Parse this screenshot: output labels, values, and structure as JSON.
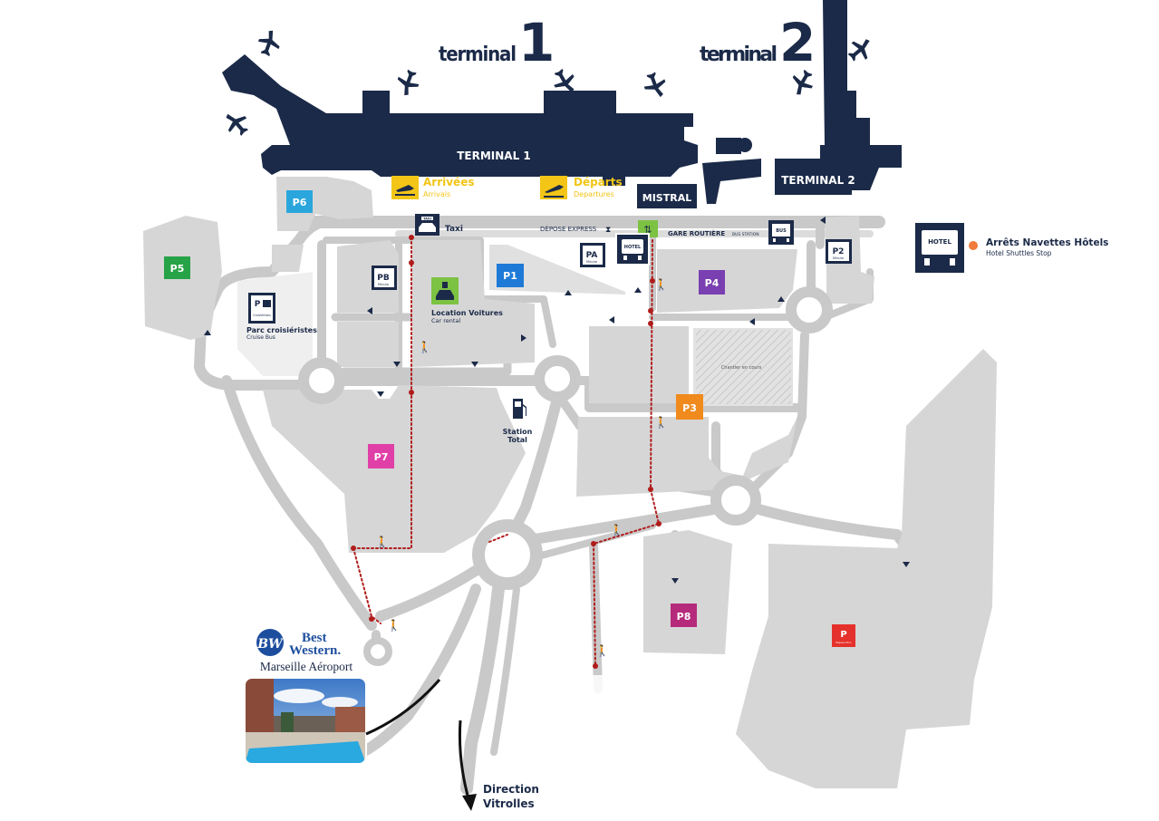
{
  "terminals": {
    "t1_heading_word": "terminal",
    "t1_heading_num": "1",
    "t2_heading_word": "terminal",
    "t2_heading_num": "2",
    "t1_label": "TERMINAL 1",
    "t2_label": "TERMINAL 2",
    "mistral_label": "MISTRAL"
  },
  "signs": {
    "arrivals": "Arrivées",
    "arrivals_en": "Arrivals",
    "departures": "Départs",
    "departures_en": "Departures",
    "taxi": "Taxi",
    "taxi_badge": "TAXI",
    "depose_express": "DÉPOSE EXPRESS",
    "gare_routiere": "GARE ROUTIÈRE",
    "bus_station": "BUS STATION",
    "hotel_badge": "HOTEL",
    "bus_badge": "BUS"
  },
  "legend": {
    "title": "Arrêts Navettes Hôtels",
    "subtitle": "Hotel Shuttles Stop",
    "badge": "HOTEL"
  },
  "parkings": {
    "p1": "P1",
    "p2": "P2",
    "p2_sub": "Minute",
    "p3": "P3",
    "p4": "P4",
    "p5": "P5",
    "p6": "P6",
    "p7": "P7",
    "p8": "P8",
    "p_eco": "P",
    "p_eco_sub": "Espace Eco",
    "pa": "PA",
    "pa_sub": "Minute",
    "pb": "PB",
    "pb_sub": "Minute",
    "pcruise": "P",
    "pcruise_sub": "Croisiéristes"
  },
  "places": {
    "cruise_fr": "Parc croisiéristes",
    "cruise_en": "Cruise Bus",
    "rental_fr": "Location Voitures",
    "rental_en": "Car rental",
    "station_l1": "Station",
    "station_l2": "Total",
    "chantier": "Chantier en cours",
    "direction_l1": "Direction",
    "direction_l2": "Vitrolles"
  },
  "hotel": {
    "brand_mark": "BW",
    "brand_l1": "Best",
    "brand_l2": "Western.",
    "name": "Marseille Aéroport"
  },
  "colors": {
    "navy": "#1b2a48",
    "road": "#c9c9c9",
    "lot": "#d6d6d6",
    "p1": "#1e7ad6",
    "p2": "#1b2a48",
    "p3": "#f08a1c",
    "p4": "#7a3fb0",
    "p5": "#27a347",
    "p6": "#2aa6dc",
    "p7": "#e03fa7",
    "p8": "#b52a7b",
    "p_eco": "#e5312b",
    "walk": "#b01c1c",
    "yellow": "#f2c516",
    "green": "#7cc243",
    "hotel_dot": "#f07b3a"
  }
}
